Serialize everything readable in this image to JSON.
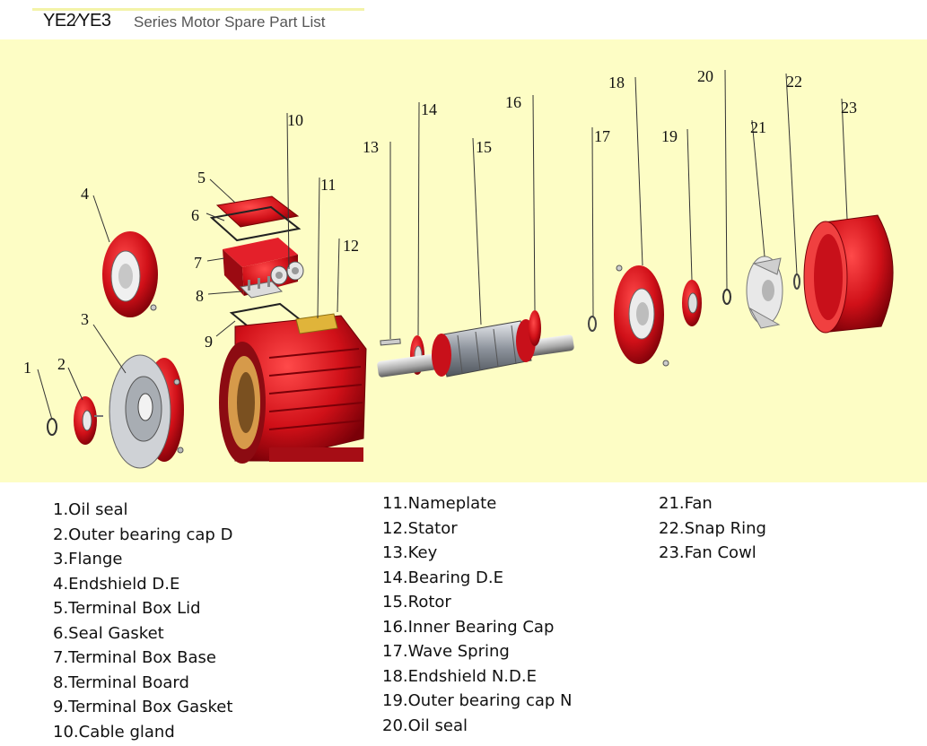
{
  "header": {
    "title_main": "YE2∕YE3",
    "title_sub": "Series Motor Spare Part List"
  },
  "callouts": [
    "1",
    "2",
    "3",
    "4",
    "5",
    "6",
    "7",
    "8",
    "9",
    "10",
    "11",
    "12",
    "13",
    "14",
    "15",
    "16",
    "17",
    "18",
    "19",
    "20",
    "21",
    "22",
    "23"
  ],
  "legend": {
    "col1": [
      "1.Oil seal",
      "2.Outer bearing cap D",
      "3.Flange",
      "4.Endshield D.E",
      "5.Terminal Box Lid",
      "6.Seal Gasket",
      "7.Terminal Box Base",
      "8.Terminal Board",
      "9.Terminal Box Gasket",
      "10.Cable gland"
    ],
    "col2": [
      "11.Nameplate",
      "12.Stator",
      "13.Key",
      "14.Bearing D.E",
      "15.Rotor",
      "16.Inner Bearing Cap",
      "17.Wave Spring",
      "18.Endshield N.D.E",
      "19.Outer bearing cap N",
      "20.Oil seal"
    ],
    "col3": [
      "21.Fan",
      "22.Snap Ring",
      "23.Fan Cowl"
    ]
  },
  "colors": {
    "diagram_bg": "#fdfdc5",
    "part_red": "#c8101a",
    "part_grey": "#9aa0a8"
  }
}
